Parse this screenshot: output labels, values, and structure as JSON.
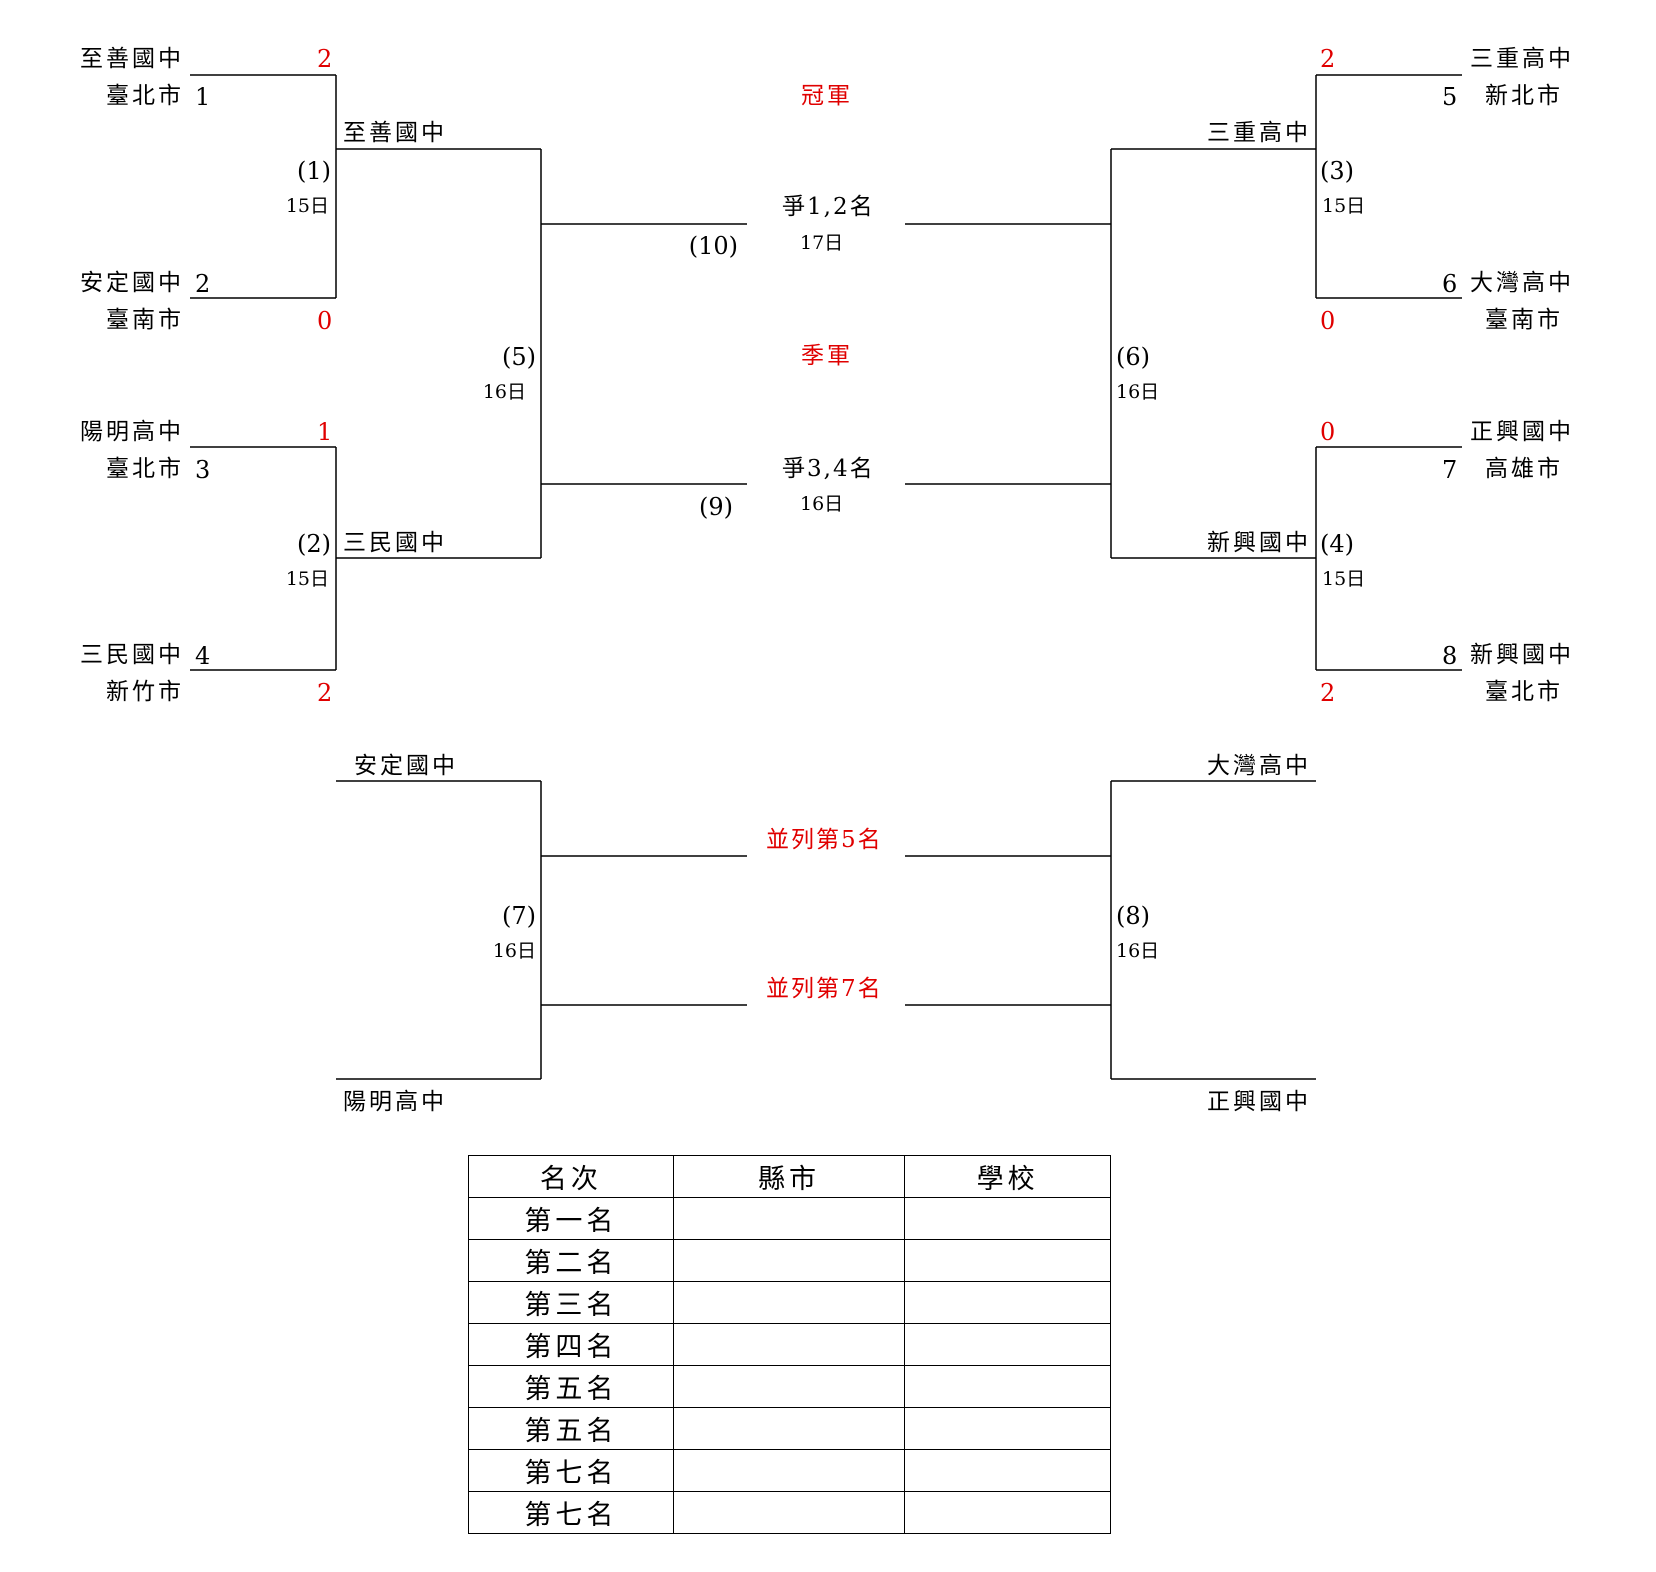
{
  "bracket": {
    "left_teams": [
      {
        "school": "至善國中",
        "city": "臺北市",
        "seed": "1",
        "score": "2"
      },
      {
        "school": "安定國中",
        "city": "臺南市",
        "seed": "2",
        "score": "0"
      },
      {
        "school": "陽明高中",
        "city": "臺北市",
        "seed": "3",
        "score": "1"
      },
      {
        "school": "三民國中",
        "city": "新竹市",
        "seed": "4",
        "score": "2"
      }
    ],
    "right_teams": [
      {
        "school": "三重高中",
        "city": "新北市",
        "seed": "5",
        "score": "2"
      },
      {
        "school": "大灣高中",
        "city": "臺南市",
        "seed": "6",
        "score": "0"
      },
      {
        "school": "正興國中",
        "city": "高雄市",
        "seed": "7",
        "score": "0"
      },
      {
        "school": "新興國中",
        "city": "臺北市",
        "seed": "8",
        "score": "2"
      }
    ],
    "matches": [
      {
        "no": "(1)",
        "day": "15日"
      },
      {
        "no": "(2)",
        "day": "15日"
      },
      {
        "no": "(3)",
        "day": "15日"
      },
      {
        "no": "(4)",
        "day": "15日"
      },
      {
        "no": "(5)",
        "day": "16日"
      },
      {
        "no": "(6)",
        "day": "16日"
      },
      {
        "no": "(7)",
        "day": "16日"
      },
      {
        "no": "(8)",
        "day": "16日"
      },
      {
        "no": "(9)",
        "day": "16日"
      },
      {
        "no": "(10)",
        "day": "17日"
      }
    ],
    "winners": {
      "m1": "至善國中",
      "m2": "三民國中",
      "m3": "三重高中",
      "m4": "新興國中"
    },
    "consolation": {
      "m7_top": "安定國中",
      "m7_bottom": "陽明高中",
      "m8_top": "大灣高中",
      "m8_bottom": "正興國中"
    },
    "center": {
      "champion": "冠軍",
      "final_label": "爭1,2名",
      "third_place": "季軍",
      "third_label": "爭3,4名",
      "fifth_label": "並列第5名",
      "seventh_label": "並列第7名"
    },
    "colors": {
      "score": "#e00000",
      "line": "#000000"
    }
  },
  "ranking_table": {
    "headers": [
      "名次",
      "縣市",
      "學校"
    ],
    "rows": [
      [
        "第一名",
        "",
        ""
      ],
      [
        "第二名",
        "",
        ""
      ],
      [
        "第三名",
        "",
        ""
      ],
      [
        "第四名",
        "",
        ""
      ],
      [
        "第五名",
        "",
        ""
      ],
      [
        "第五名",
        "",
        ""
      ],
      [
        "第七名",
        "",
        ""
      ],
      [
        "第七名",
        "",
        ""
      ]
    ]
  }
}
